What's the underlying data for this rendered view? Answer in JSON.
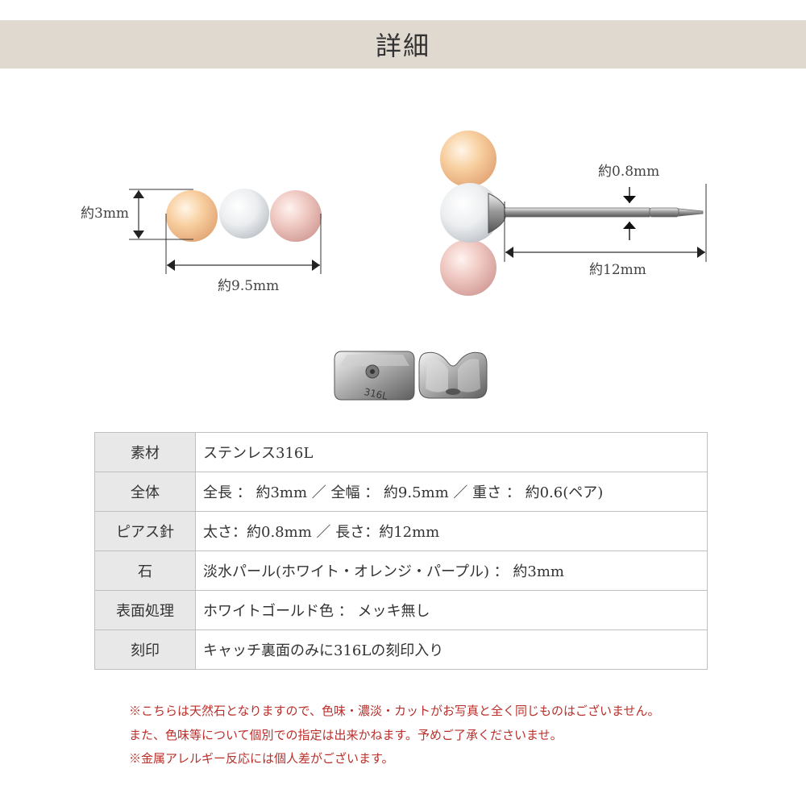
{
  "header": {
    "title": "詳細"
  },
  "dimensions": {
    "front_height": "約3mm",
    "front_width": "約9.5mm",
    "post_thickness": "約0.8mm",
    "post_length": "約12mm",
    "catch_engraving": "316L"
  },
  "colors": {
    "header_bg": "#e0d9cf",
    "table_key_bg": "#e8e8e8",
    "note_text": "#b8302b",
    "pearl_orange": "#f6c08a",
    "pearl_white": "#e9eced",
    "pearl_purple": "#eab9b4"
  },
  "specs": [
    {
      "label": "素材",
      "value": "ステンレス316L"
    },
    {
      "label": "全体",
      "value": "全長 ： 約3mm ／ 全幅 ： 約9.5mm ／ 重さ ： 約0.6(ペア)"
    },
    {
      "label": "ピアス針",
      "value": "太さ：約0.8mm ／ 長さ：約12mm"
    },
    {
      "label": "石",
      "value": "淡水パール(ホワイト・オレンジ・パープル) ： 約3mm"
    },
    {
      "label": "表面処理",
      "value": "ホワイトゴールド色 ： メッキ無し"
    },
    {
      "label": "刻印",
      "value": "キャッチ裏面のみに316Lの刻印入り"
    }
  ],
  "notes": [
    "※こちらは天然石となりますので、色味・濃淡・カットがお写真と全く同じものはございません。",
    "また、色味等について個別での指定は出来かねます。予めご了承くださいませ。",
    "※金属アレルギー反応には個人差がございます。"
  ]
}
